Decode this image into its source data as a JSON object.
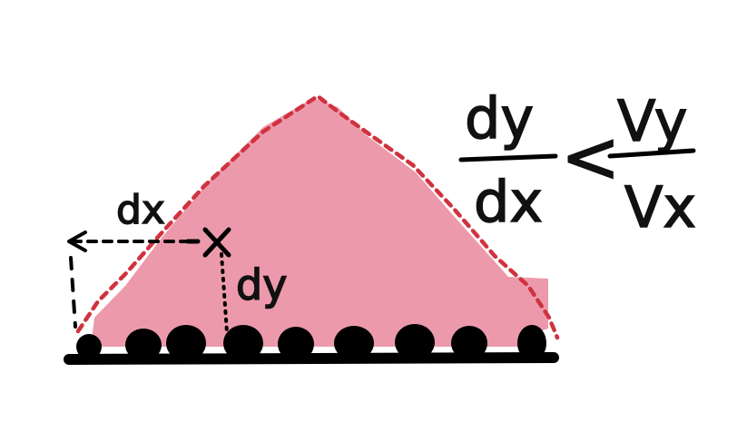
{
  "labels": {
    "dx": "dx",
    "dy": "dy"
  },
  "equation": {
    "left_numerator": "dy",
    "left_denominator": "dx",
    "operator": "<",
    "right_numerator": "Vy",
    "right_denominator": "Vx"
  },
  "colors": {
    "fill": "#ec9aab",
    "outline": "#d0323f",
    "ink": "#111111",
    "background": "#ffffff"
  }
}
